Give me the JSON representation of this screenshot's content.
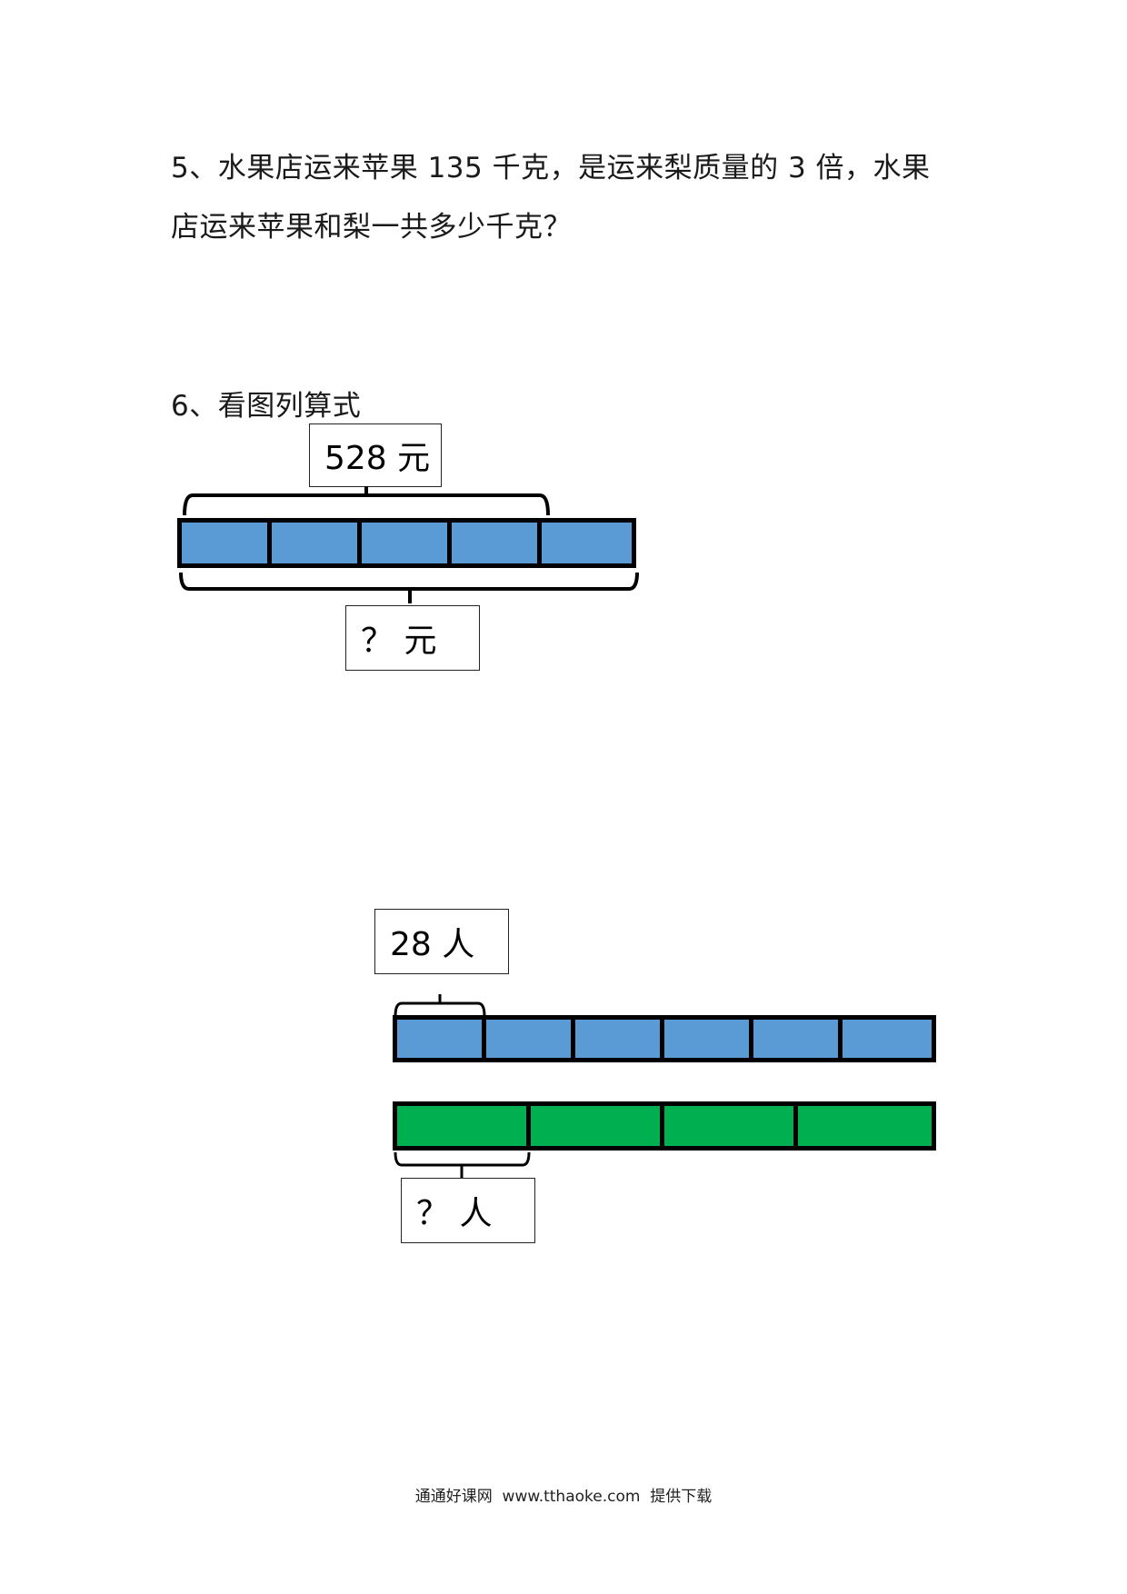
{
  "q5": {
    "line1": "5、水果店运来苹果 135 千克，是运来梨质量的 3 倍，水果",
    "line2": "店运来苹果和梨一共多少千克？"
  },
  "q6": {
    "title": "6、看图列算式",
    "diagram1": {
      "top_label": "528 元",
      "bottom_label": "？ 元",
      "segment_count": 5,
      "bracketed_top_segments": 4,
      "bracketed_bottom_segments": 5,
      "fill_color": "#5b9bd5"
    },
    "diagram2": {
      "top_label": "28 人",
      "bottom_label": "？ 人",
      "blue_segment_count": 6,
      "green_segment_count": 4,
      "blue_color": "#5b9bd5",
      "green_color": "#00b050"
    }
  },
  "footer": {
    "text": "通通好课网  www.tthaoke.com  提供下载"
  }
}
